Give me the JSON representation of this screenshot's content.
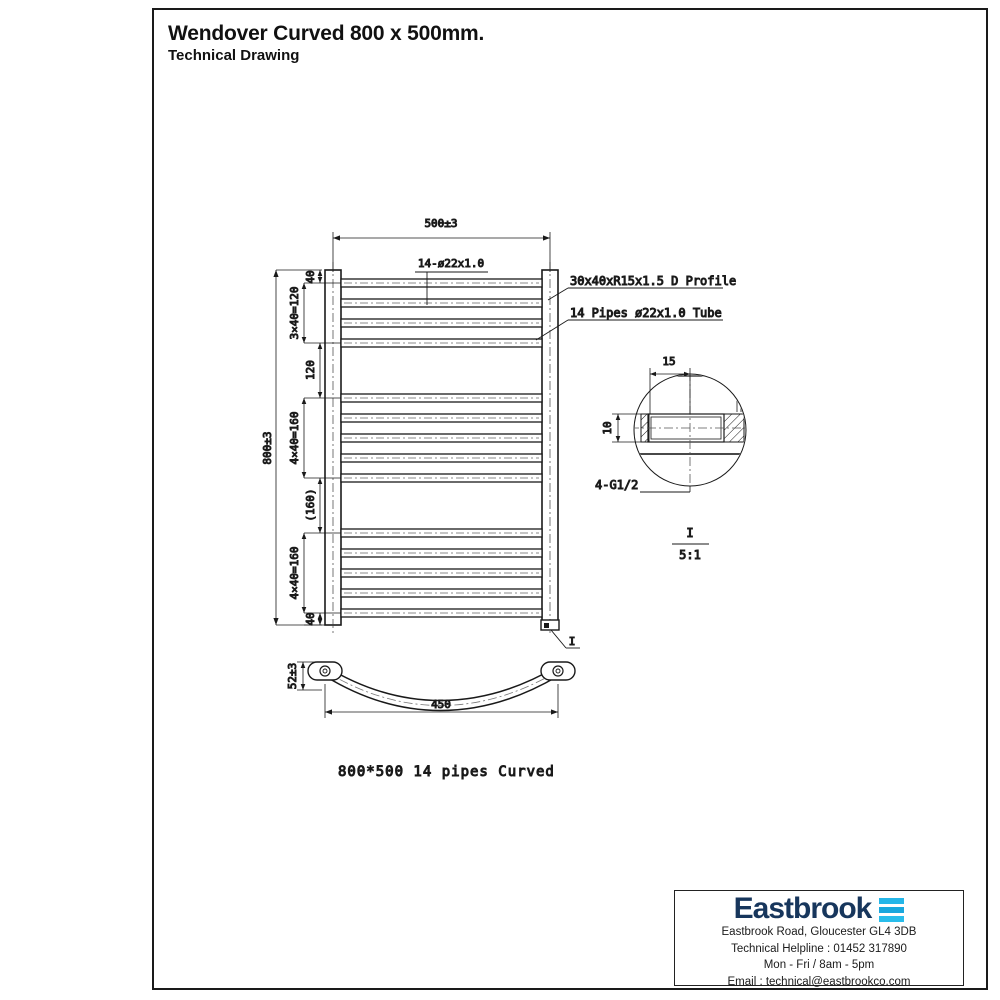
{
  "document": {
    "title": "Wendover Curved 800 x 500mm.",
    "subtitle": "Technical Drawing"
  },
  "drawing": {
    "front_view": {
      "width_dimension": "500±3",
      "height_dimension": "800±3",
      "pipe_callout": "14-ø22x1.0",
      "vertical_chain": [
        "40",
        "3×40=120",
        "120",
        "4×40=160",
        "(160)",
        "4×40=160",
        "40"
      ],
      "notes": [
        "30x40xR15x1.5 D Profile",
        "14 Pipes ø22x1.0 Tube"
      ],
      "detail_marker": "I",
      "pipe_count": 14,
      "pipe_groups": [
        4,
        5,
        5
      ]
    },
    "detail_view": {
      "marker": "I",
      "scale": "5:1",
      "width_dimension": "15",
      "height_dimension": "10",
      "thread_callout": "4-G1/2"
    },
    "bottom_view": {
      "depth_dimension": "52±3",
      "chord_dimension": "450",
      "detail_marker": "I"
    },
    "caption": "800*500   14 pipes Curved"
  },
  "footer": {
    "brand": "Eastbrook",
    "address": "Eastbrook Road, Gloucester GL4 3DB",
    "helpline": "Technical Helpline : 01452 317890",
    "hours": "Mon - Fri / 8am - 5pm",
    "email": "Email : technical@eastbrookco.com",
    "brand_color": "#17365c",
    "mark_color": "#25b6e8"
  }
}
